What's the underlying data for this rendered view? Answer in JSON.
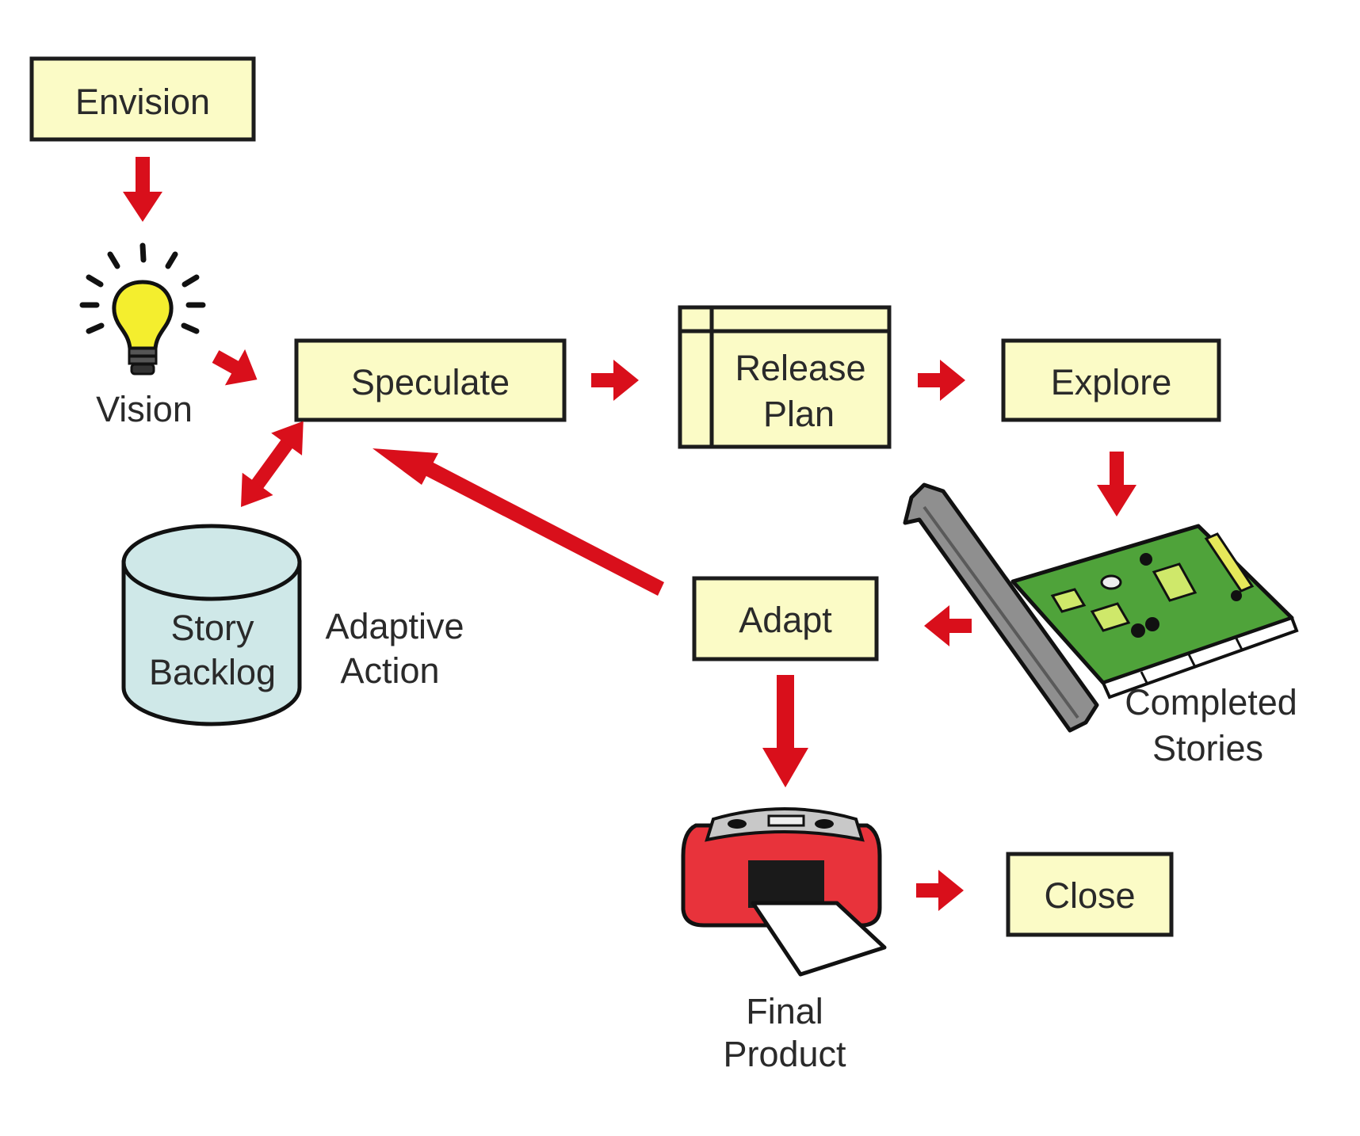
{
  "nodes": {
    "envision": "Envision",
    "speculate": "Speculate",
    "release_plan": [
      "Release",
      "Plan"
    ],
    "explore": "Explore",
    "adapt": "Adapt",
    "close": "Close"
  },
  "labels": {
    "vision": "Vision",
    "story_backlog": [
      "Story",
      "Backlog"
    ],
    "adaptive_action": [
      "Adaptive",
      "Action"
    ],
    "completed_stories": [
      "Completed",
      "Stories"
    ],
    "final_product": [
      "Final",
      "Product"
    ]
  },
  "icons": {
    "vision": "lightbulb-icon",
    "story_backlog": "database-cylinder-icon",
    "completed_stories": "circuit-board-icon",
    "final_product": "printer-icon"
  },
  "colors": {
    "box_fill": "#fbfbc6",
    "arrow": "#d90f1b",
    "cylinder_fill": "#cfe8e8",
    "board_green": "#4fa33a",
    "printer_red": "#e8333b",
    "bulb_yellow": "#f4ee2e"
  }
}
